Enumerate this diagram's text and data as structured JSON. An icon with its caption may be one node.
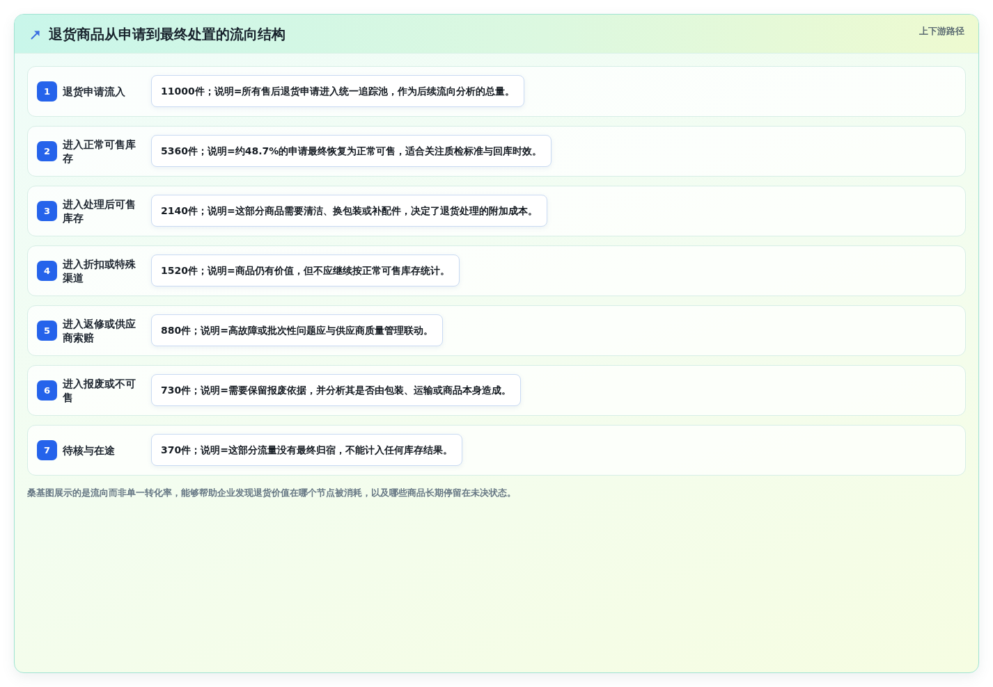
{
  "diagram": {
    "title": "退货商品从申请到最终处置的流向结构",
    "nodes": [
      {
        "text": [
          "退货申请流入"
        ]
      },
      {
        "text": [
          "1"
        ],
        "in": 0
      },
      {
        "text": [
          "11000件；说明=所有售后退货申请进入统一追踪池，作为后续流向分析的总量。"
        ],
        "in": 0
      },
      {
        "text": [
          "进入正常可售库存"
        ]
      },
      {
        "text": [
          "2"
        ],
        "in": 3
      },
      {
        "text": [
          "5360件；说明=约48.7%的申请最终恢复为正常可售，适合关注质检标准与回库时效。"
        ],
        "in": 3
      },
      {
        "text": [
          "进入处理后可售库存"
        ]
      },
      {
        "text": [
          "3"
        ],
        "in": 6
      },
      {
        "text": [
          "2140件；说明=这部分商品需要清洁、换包装或补配件，决定了退货处理的附加成本。"
        ],
        "in": 6
      },
      {
        "text": [
          "进入折扣或特殊渠道"
        ]
      },
      {
        "text": [
          "4"
        ],
        "in": 9
      },
      {
        "text": [
          "1520件；说明=商品仍有价值，但不应继续按正常可售库存统计。"
        ],
        "in": 9
      },
      {
        "text": [
          "进入返修或供应商索赔"
        ]
      },
      {
        "text": [
          "5"
        ],
        "in": 12
      },
      {
        "text": [
          "880件；说明=高故障或批次性问题应与供应商质量管理联动。"
        ],
        "in": 12
      },
      {
        "text": [
          "进入报废或不可售"
        ]
      },
      {
        "text": [
          "6"
        ],
        "in": 15
      },
      {
        "text": [
          "730件；说明=需要保留报废依据，并分析其是否由包装、运输或商品本身造成。"
        ],
        "in": 15
      },
      {
        "text": [
          "待核与在途"
        ]
      },
      {
        "text": [
          "7"
        ],
        "in": 18
      },
      {
        "text": [
          "370件；说明=这部分流量没有最终归宿，不能计入任何库存结果。"
        ],
        "in": 18
      }
    ],
    "labels": [
      "上下游路径"
    ],
    "caption": "桑基图展示的是流向而非单一转化率，能够帮助企业发现退货价值在哪个节点被消耗，以及哪些商品长期停留在未决状态。"
  }
}
